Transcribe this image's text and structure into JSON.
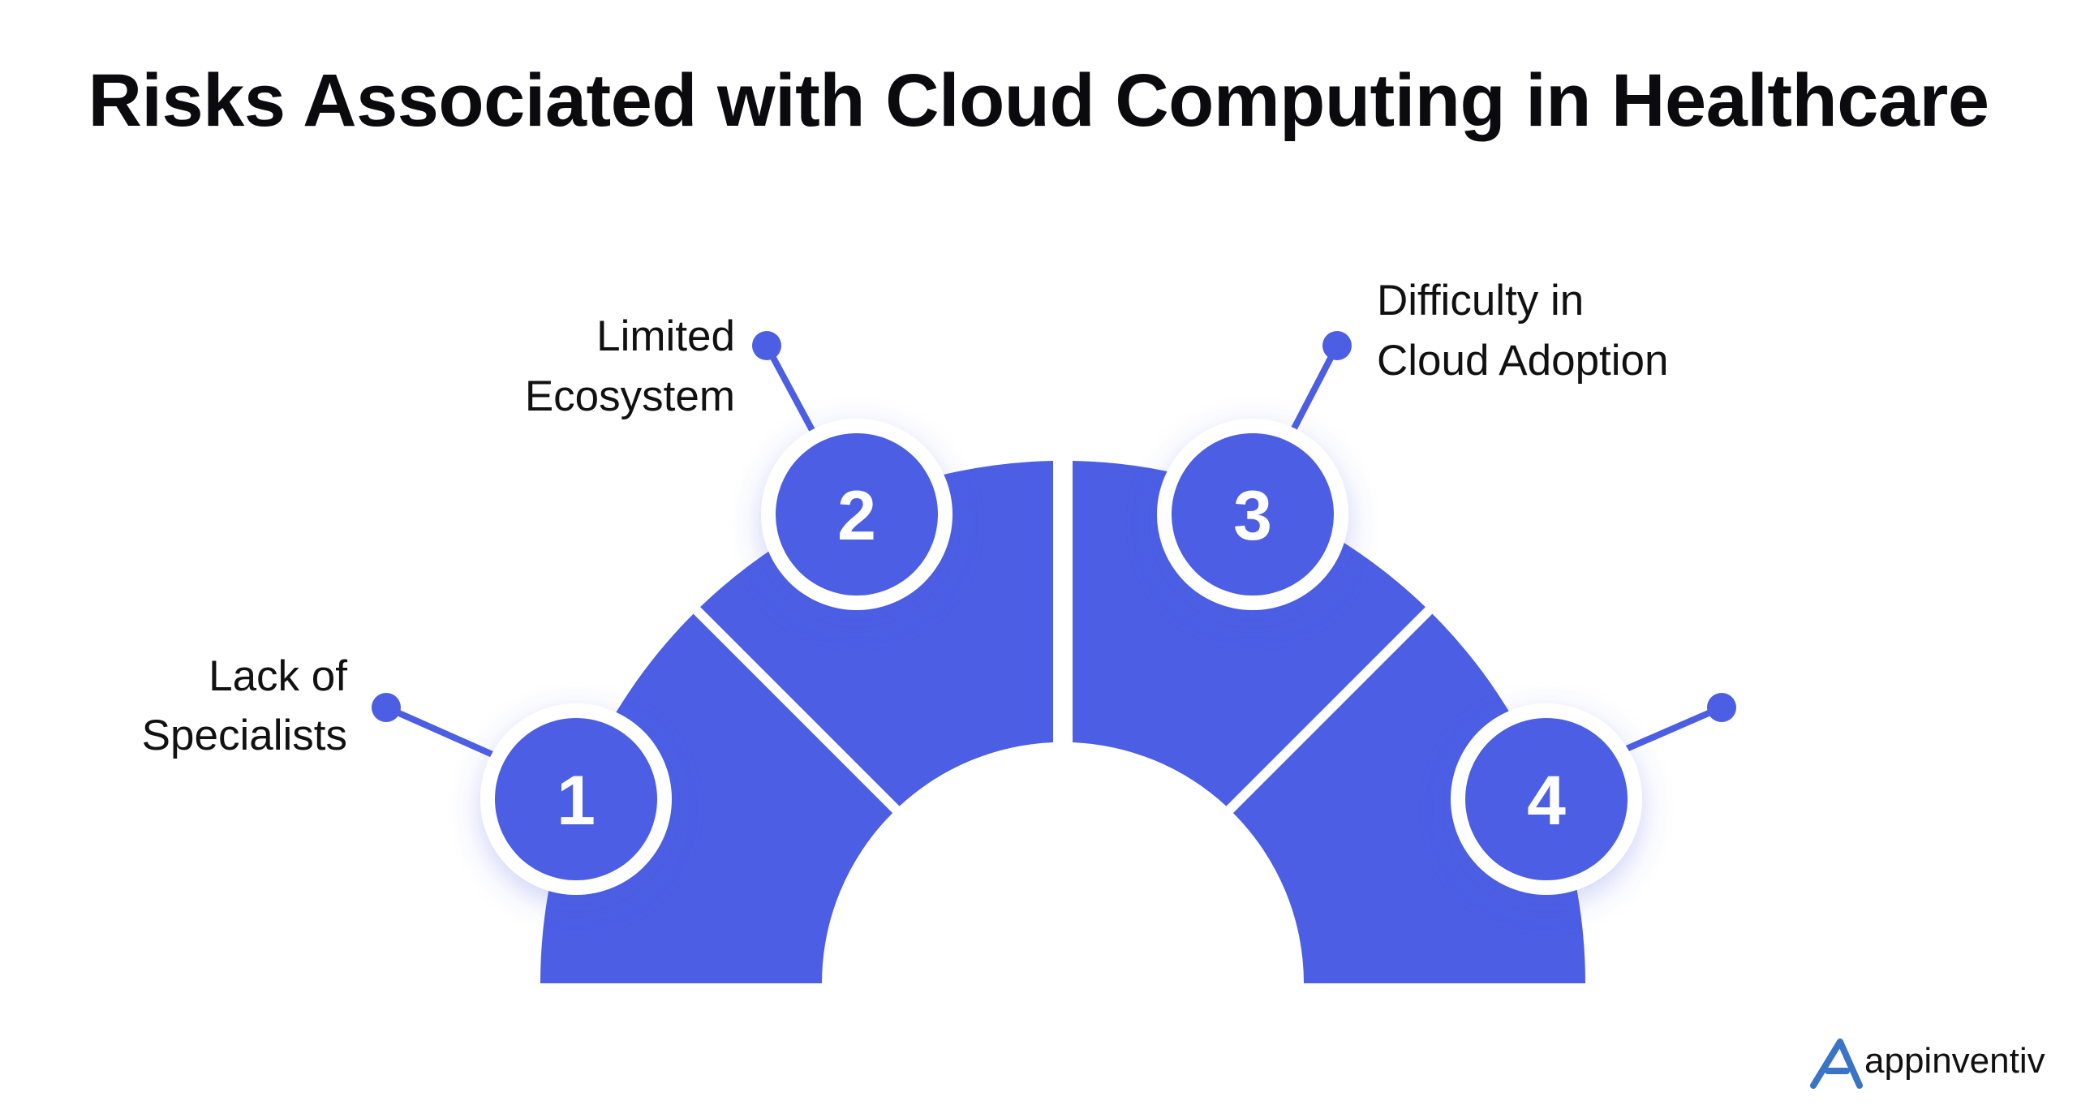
{
  "title": "Risks Associated with Cloud Computing in Healthcare",
  "colors": {
    "accent": "#4B5EE4",
    "text": "#111111",
    "background": "#FFFFFF",
    "logo": "#3A74C9"
  },
  "segments": [
    {
      "number": "1",
      "label_line1": "Lack of",
      "label_line2": "Specialists"
    },
    {
      "number": "2",
      "label_line1": "Limited",
      "label_line2": "Ecosystem"
    },
    {
      "number": "3",
      "label_line1": "Difficulty in",
      "label_line2": "Cloud Adoption"
    },
    {
      "number": "4",
      "label_line1": "",
      "label_line2": ""
    }
  ],
  "brand": {
    "name": "appinventiv",
    "icon": "appinventiv-logo-icon"
  }
}
